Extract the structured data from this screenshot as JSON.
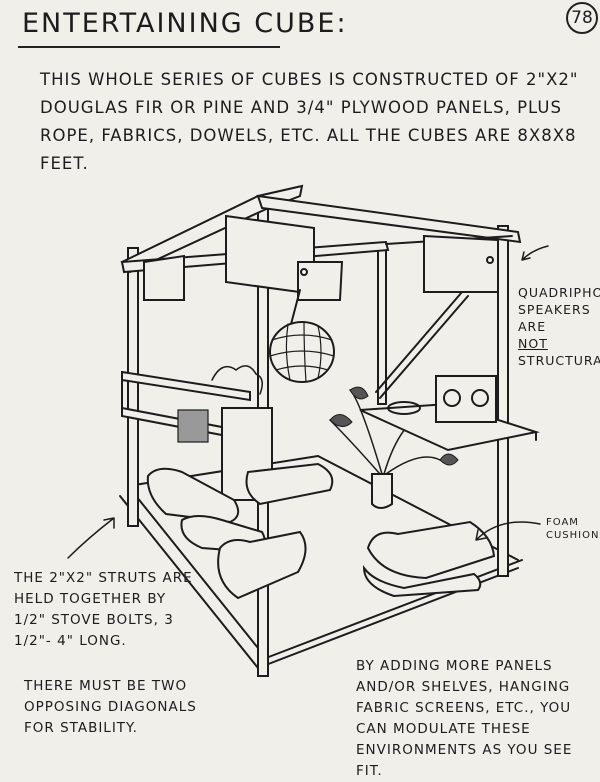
{
  "page": {
    "title": "ENTERTAINING CUBE:",
    "number": "78"
  },
  "intro": "THIS WHOLE SERIES OF CUBES IS CONSTRUCTED OF 2\"x2\" DOUGLAS FIR OR PINE AND 3/4\" PLYWOOD PANELS, PLUS ROPE, FABRICS, DOWELS, ETC. ALL THE CUBES ARE 8x8x8 FEET.",
  "annotations": {
    "speakers": {
      "line1": "QUADRIPHONIC",
      "line2": "SPEAKERS ARE",
      "line3_emph": "NOT",
      "line3_rest": "STRUCTURAL"
    },
    "cushions": {
      "line1": "FOAM",
      "line2": "CUSHIONS"
    },
    "struts": "THE 2\"x2\" STRUTS ARE HELD TOGETHER BY 1/2\" STOVE BOLTS, 3 1/2\"- 4\" LONG.",
    "diagonals": "THERE MUST BE TWO OPPOSING DIAGONALS FOR STABILITY.",
    "panels": "BY ADDING MORE PANELS AND/OR SHELVES, HANGING FABRIC SCREENS, ETC., YOU CAN MODULATE THESE ENVIRONMENTS AS YOU SEE FIT."
  },
  "colors": {
    "paper": "#f1efea",
    "ink": "#1c1c1c",
    "shade": "#8a8a8a"
  }
}
